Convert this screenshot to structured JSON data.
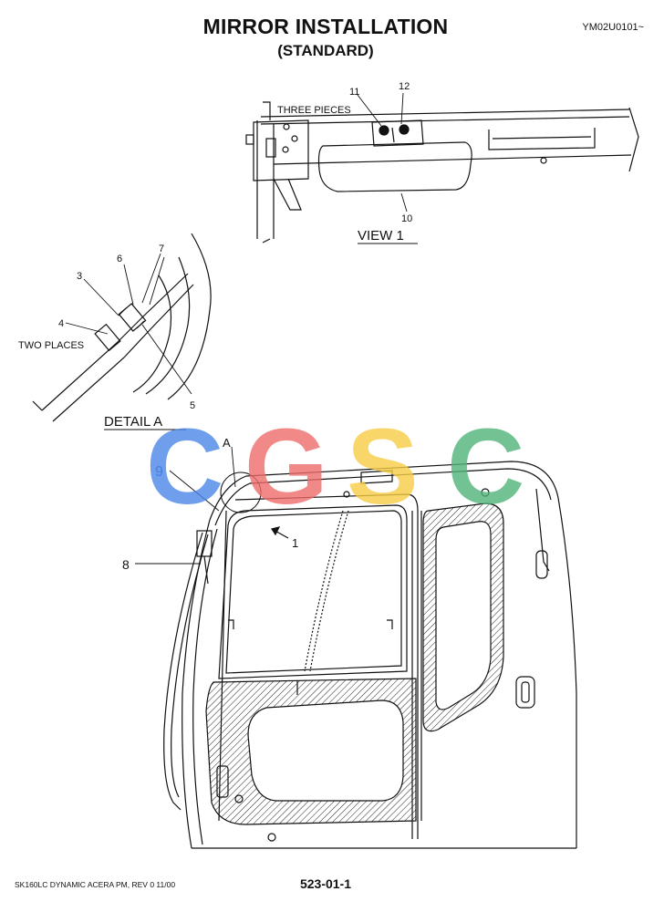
{
  "header": {
    "title": "MIRROR INSTALLATION",
    "subtitle": "(STANDARD)",
    "doc_id": "YM02U0101~"
  },
  "view1": {
    "caption": "VIEW   1",
    "note": "THREE PIECES",
    "callouts": {
      "c10": "10",
      "c11": "11",
      "c12": "12"
    }
  },
  "detail_a": {
    "caption": "DETAIL   A",
    "note": "TWO PLACES",
    "callouts": {
      "c3": "3",
      "c4": "4",
      "c5": "5",
      "c6": "6",
      "c7": "7"
    }
  },
  "main_view": {
    "callouts": {
      "a": "A",
      "c8": "8",
      "c9": "9",
      "c1": "1"
    }
  },
  "watermark": {
    "letters": [
      "C",
      "G",
      "S",
      "C"
    ],
    "colors": [
      "#4a86e8",
      "#ef6c6c",
      "#f7cd46",
      "#4fb37a"
    ]
  },
  "footer": {
    "left": "SK160LC DYNAMIC ACERA PM,  REV 0 11/00",
    "page": "523-01-1"
  }
}
